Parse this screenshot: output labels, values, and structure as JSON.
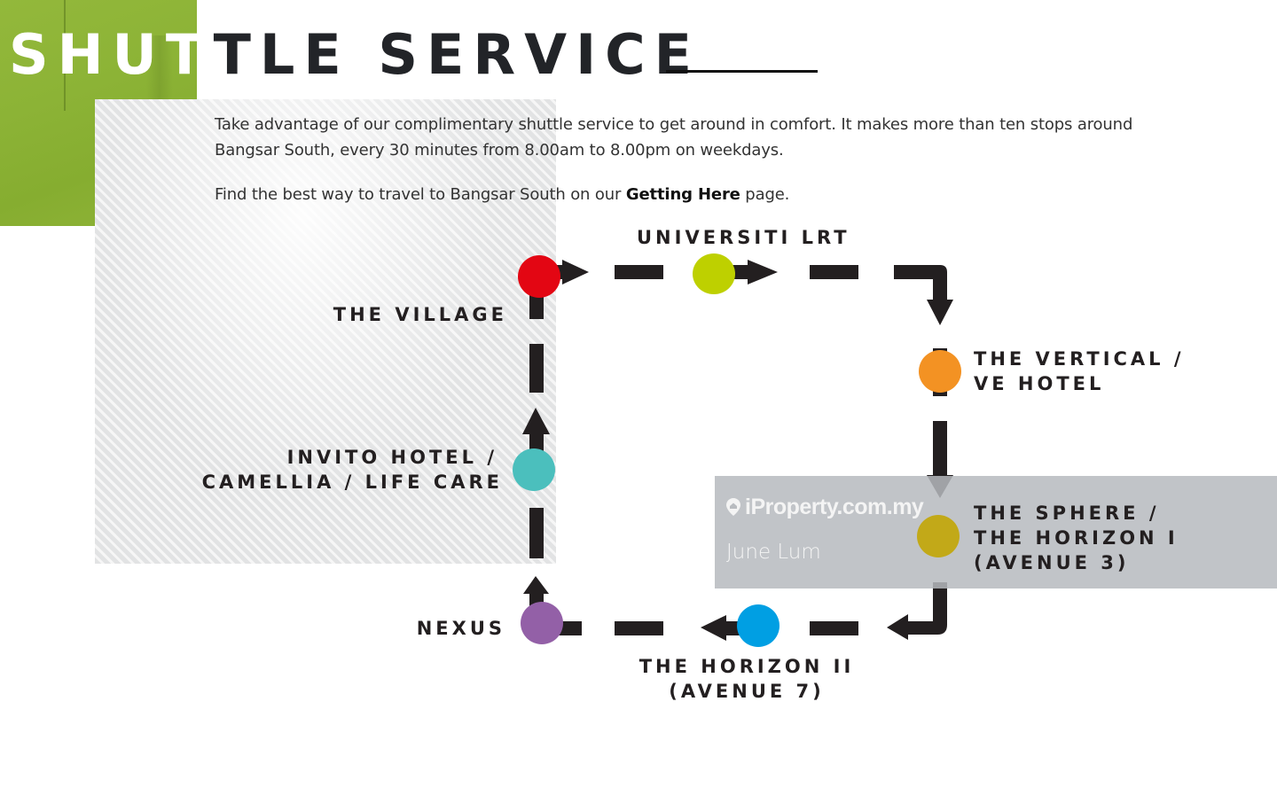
{
  "page": {
    "title_highlighted": "SHUT",
    "title_rest": "TLE SERVICE",
    "intro_paragraph": "Take advantage of our complimentary shuttle service to get around in comfort. It makes more than ten stops around Bangsar South, every 30 minutes from 8.00am to 8.00pm on weekdays.",
    "getting_here": {
      "before": "Find the best way to travel to Bangsar South on our ",
      "link_label": "Getting Here",
      "after": " page."
    },
    "accent_color": "#8cb336"
  },
  "route_map": {
    "direction": "clockwise",
    "stops": [
      {
        "id": "the-village",
        "name": "THE VILLAGE",
        "lines": [
          "THE VILLAGE"
        ],
        "color": "#e30613"
      },
      {
        "id": "universiti-lrt",
        "name": "UNIVERSITI LRT",
        "lines": [
          "UNIVERSITI LRT"
        ],
        "color": "#bed000"
      },
      {
        "id": "the-vertical",
        "name": "THE VERTICAL / VE HOTEL",
        "lines": [
          "THE VERTICAL /",
          "VE HOTEL"
        ],
        "color": "#f39223"
      },
      {
        "id": "the-sphere",
        "name": "THE SPHERE / THE HORIZON I (AVENUE 3)",
        "lines": [
          "THE SPHERE /",
          "THE HORIZON I",
          "(AVENUE 3)"
        ],
        "color": "#c2a918"
      },
      {
        "id": "the-horizon-ii",
        "name": "THE HORIZON II (AVENUE 7)",
        "lines": [
          "THE HORIZON II",
          "(AVENUE 7)"
        ],
        "color": "#009fe3"
      },
      {
        "id": "nexus",
        "name": "NEXUS",
        "lines": [
          "NEXUS"
        ],
        "color": "#9360a7"
      },
      {
        "id": "invito-hotel",
        "name": "INVITO HOTEL / CAMELLIA / LIFE CARE",
        "lines": [
          "INVITO HOTEL /",
          "CAMELLIA / LIFE CARE"
        ],
        "color": "#4bbfbd"
      }
    ],
    "path_color": "#231f20"
  },
  "watermark": {
    "brand": "iProperty.com.my",
    "agent": "June Lum"
  }
}
